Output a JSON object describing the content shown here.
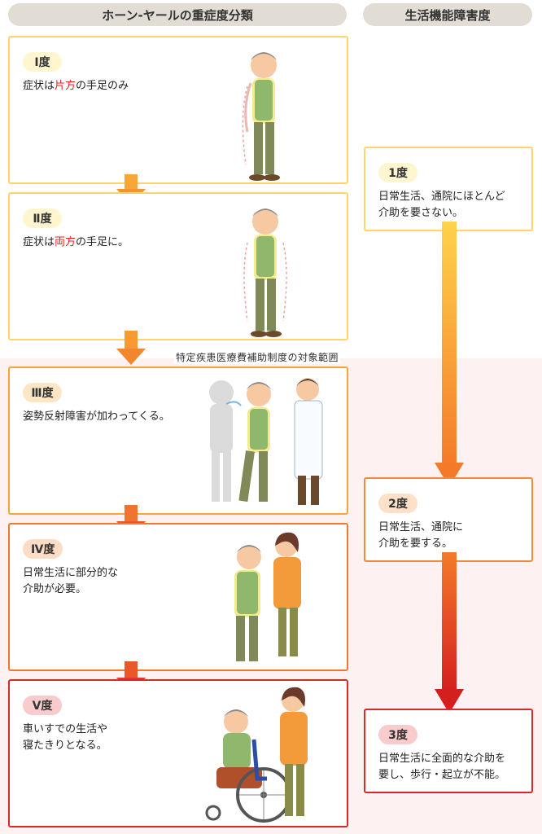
{
  "headers": {
    "left": "ホーン-ヤールの重症度分類",
    "right": "生活機能障害度"
  },
  "region_label": "特定疾患医療費補助制度の対象範囲",
  "stages": [
    {
      "label": "Ⅰ度",
      "text_pre": "症状は",
      "text_em": "片方",
      "text_post": "の手足のみ",
      "border": "#ffd56b",
      "pill_bg": "#fff5cf"
    },
    {
      "label": "Ⅱ度",
      "text_pre": "症状は",
      "text_em": "両方",
      "text_post": "の手足に。",
      "border": "#ffd56b",
      "pill_bg": "#fff5cf"
    },
    {
      "label": "Ⅲ度",
      "text": "姿勢反射障害が加わってくる。",
      "border": "#f4a53d",
      "pill_bg": "#fde6c6"
    },
    {
      "label": "Ⅳ度",
      "text": "日常生活に部分的な\n介助が必要。",
      "border": "#ee7a32",
      "pill_bg": "#fcdcc4"
    },
    {
      "label": "Ⅴ度",
      "text": "車いすでの生活や\n寝たきりとなる。",
      "border": "#d92a2a",
      "pill_bg": "#f8cccc"
    }
  ],
  "functional": [
    {
      "label": "1度",
      "text": "日常生活、通院にほとんど\n介助を要さない。",
      "border": "#ffd56b",
      "pill_bg": "#fff5cf"
    },
    {
      "label": "2度",
      "text": "日常生活、通院に\n介助を要する。",
      "border": "#f28a3a",
      "pill_bg": "#fde0c8"
    },
    {
      "label": "3度",
      "text": "日常生活に全面的な介助を\n要し、歩行・起立が不能。",
      "border": "#d92a2a",
      "pill_bg": "#f8cccc"
    }
  ]
}
